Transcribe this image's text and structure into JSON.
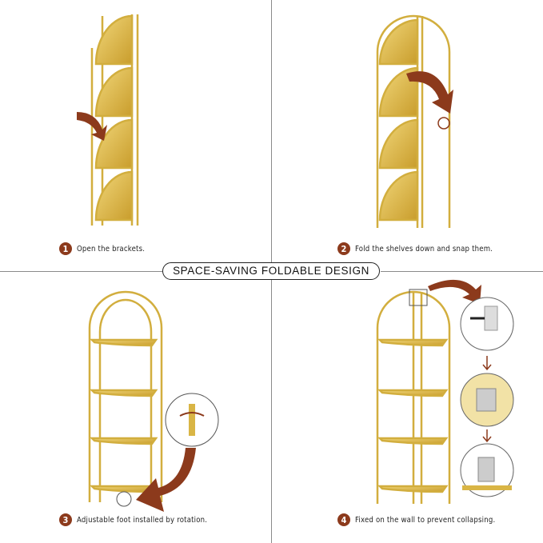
{
  "banner": {
    "title": "SPACE-SAVING FOLDABLE DESIGN"
  },
  "steps": [
    {
      "number": "1",
      "caption": "Open the brackets."
    },
    {
      "number": "2",
      "caption": "Fold the shelves down and snap them."
    },
    {
      "number": "3",
      "caption": "Adjustable foot installed by rotation."
    },
    {
      "number": "4",
      "caption": "Fixed on the wall to prevent collapsing."
    }
  ],
  "colors": {
    "gold": "#d9b545",
    "arrow": "#8c3a1c",
    "badge": "#8c3a1c"
  }
}
